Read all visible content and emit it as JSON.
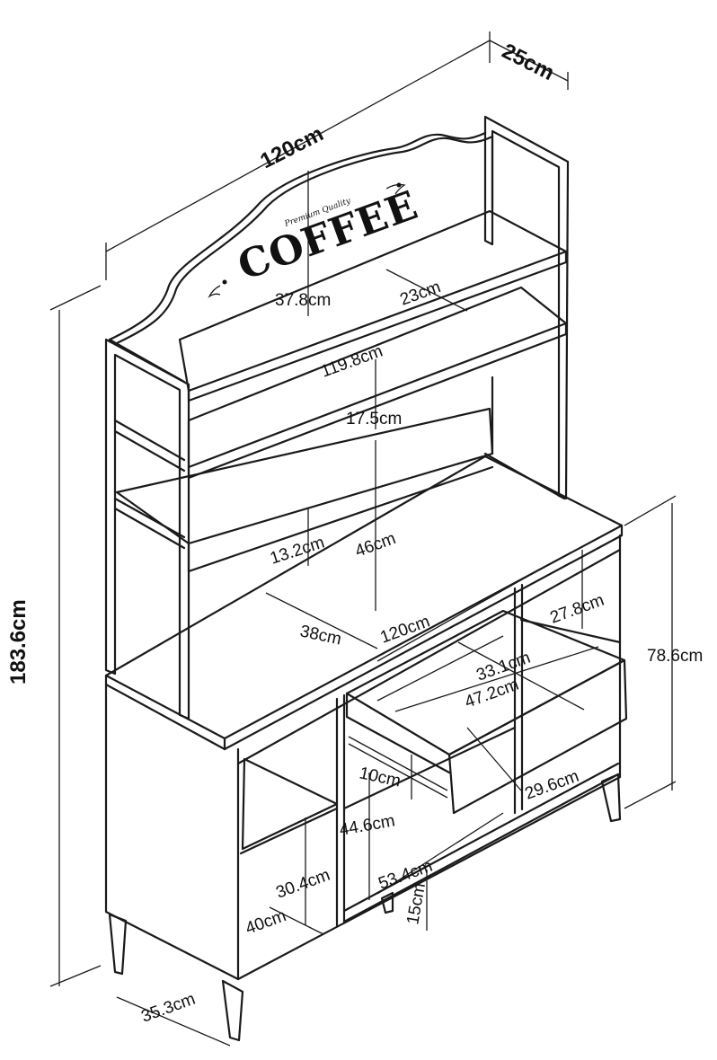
{
  "sign": {
    "brand": "COFFEE",
    "tagline": "Premium Quality"
  },
  "dimensions": {
    "overall_width": "120cm",
    "overall_depth": "25cm",
    "overall_height": "183.6cm",
    "sign_height": "37.8cm",
    "top_shelf_depth": "23cm",
    "upper_shelf_width": "119.8cm",
    "upper_shelf_gap": "17.5cm",
    "lower_shelf_gap": "13.2cm",
    "hutch_height": "46cm",
    "counter_depth": "38cm",
    "counter_width": "120cm",
    "right_niche_height": "27.8cm",
    "drawer_width": "33.1cm",
    "drawer_depth": "47.2cm",
    "drawer_height": "10cm",
    "bottom_niche_height": "29.6cm",
    "open_section_height": "44.6cm",
    "open_section_width": "53.4cm",
    "leg_height": "15cm",
    "cabinet_niche_height": "30.4cm",
    "cabinet_niche_width": "40cm",
    "base_depth": "35.3cm",
    "base_height": "78.6cm"
  }
}
